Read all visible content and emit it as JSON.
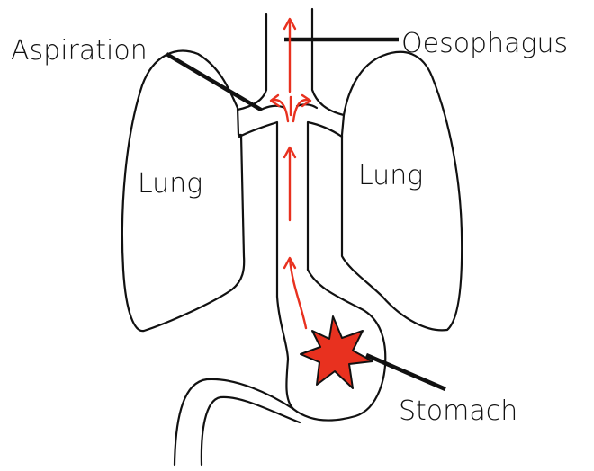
{
  "labels": {
    "aspiration": "Aspiration",
    "oesophagus": "Oesophagus",
    "lung_left": "Lung",
    "lung_right": "Lung",
    "stomach": "Stomach"
  },
  "colors": {
    "outline": "#111111",
    "arrow": "#e8311f",
    "starburst_fill": "#e8311f",
    "background": "#ffffff"
  }
}
